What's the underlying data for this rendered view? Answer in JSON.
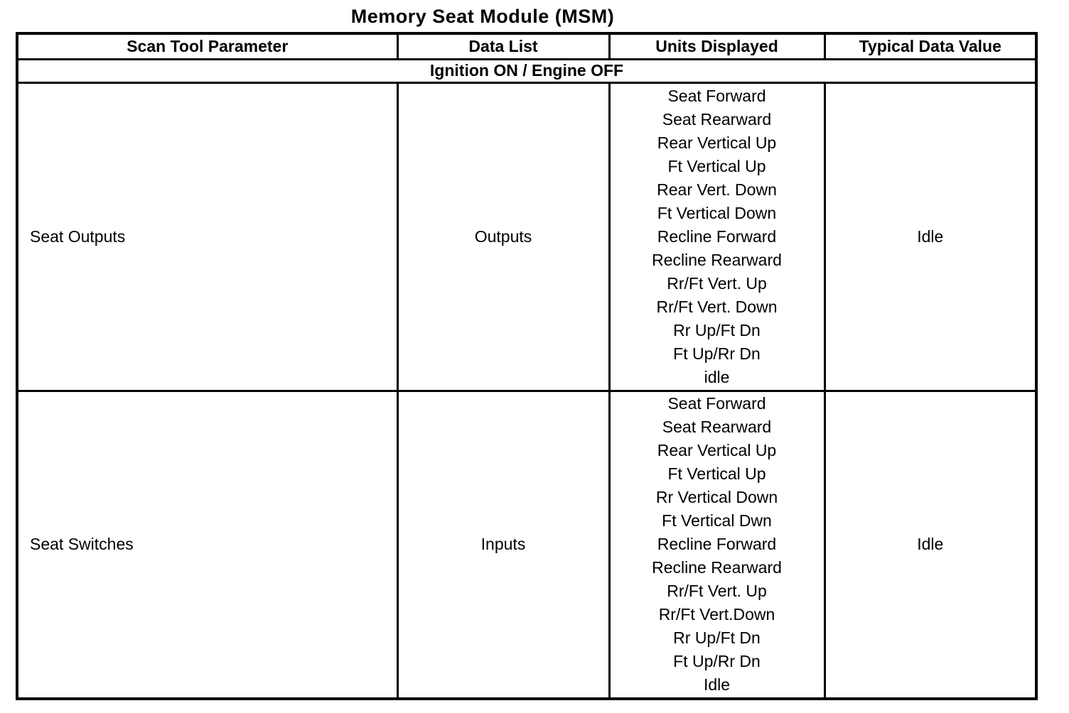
{
  "title": "Memory Seat Module (MSM)",
  "colors": {
    "background": "#ffffff",
    "text": "#000000",
    "border": "#000000"
  },
  "table": {
    "headers": [
      "Scan Tool Parameter",
      "Data List",
      "Units Displayed",
      "Typical Data Value"
    ],
    "section_label": "Ignition ON / Engine OFF",
    "rows": [
      {
        "parameter": "Seat Outputs",
        "data_list": "Outputs",
        "units": [
          "Seat Forward",
          "Seat Rearward",
          "Rear Vertical Up",
          "Ft Vertical Up",
          "Rear Vert. Down",
          "Ft Vertical Down",
          "Recline Forward",
          "Recline Rearward",
          "Rr/Ft Vert. Up",
          "Rr/Ft Vert. Down",
          "Rr Up/Ft Dn",
          "Ft Up/Rr Dn",
          "idle"
        ],
        "typical_value": "Idle"
      },
      {
        "parameter": "Seat Switches",
        "data_list": "Inputs",
        "units": [
          "Seat Forward",
          "Seat Rearward",
          "Rear Vertical Up",
          "Ft Vertical Up",
          "Rr Vertical Down",
          "Ft Vertical Dwn",
          "Recline Forward",
          "Recline Rearward",
          "Rr/Ft Vert. Up",
          "Rr/Ft Vert.Down",
          "Rr Up/Ft Dn",
          "Ft Up/Rr Dn",
          "Idle"
        ],
        "typical_value": "Idle"
      }
    ]
  }
}
